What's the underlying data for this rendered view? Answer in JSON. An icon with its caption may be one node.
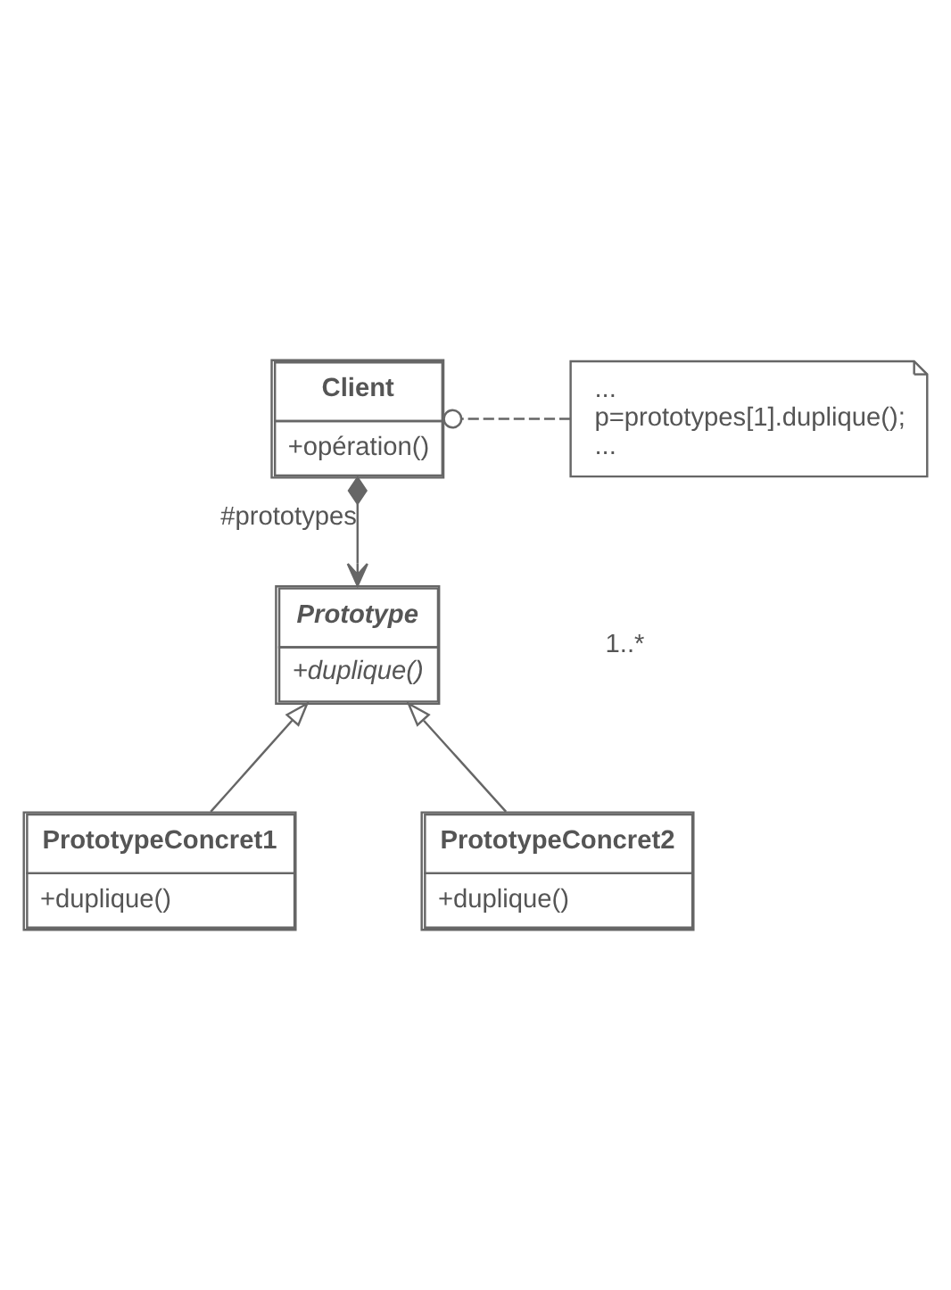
{
  "diagram": {
    "nodes": [
      {
        "text": [
          "Client",
          "+opération()"
        ]
      },
      {
        "text": [
          "...",
          "p=prototypes[1].duplique();",
          "..."
        ]
      },
      {
        "text": [
          "Prototype",
          "+duplique()"
        ]
      },
      {
        "text": [
          "PrototypeConcret1",
          "+duplique()"
        ]
      },
      {
        "text": [
          "PrototypeConcret2",
          "+duplique()"
        ]
      }
    ],
    "edges": [
      {
        "from": 0,
        "to": 2,
        "arrow": "to",
        "label": "#prototypes"
      },
      {
        "from": 1,
        "to": 0,
        "arrow": "other",
        "style": "dashed"
      },
      {
        "from": 3,
        "to": 2,
        "arrow": "to"
      },
      {
        "from": 4,
        "to": 2,
        "arrow": "to"
      }
    ],
    "labels": [
      "1..*"
    ]
  }
}
